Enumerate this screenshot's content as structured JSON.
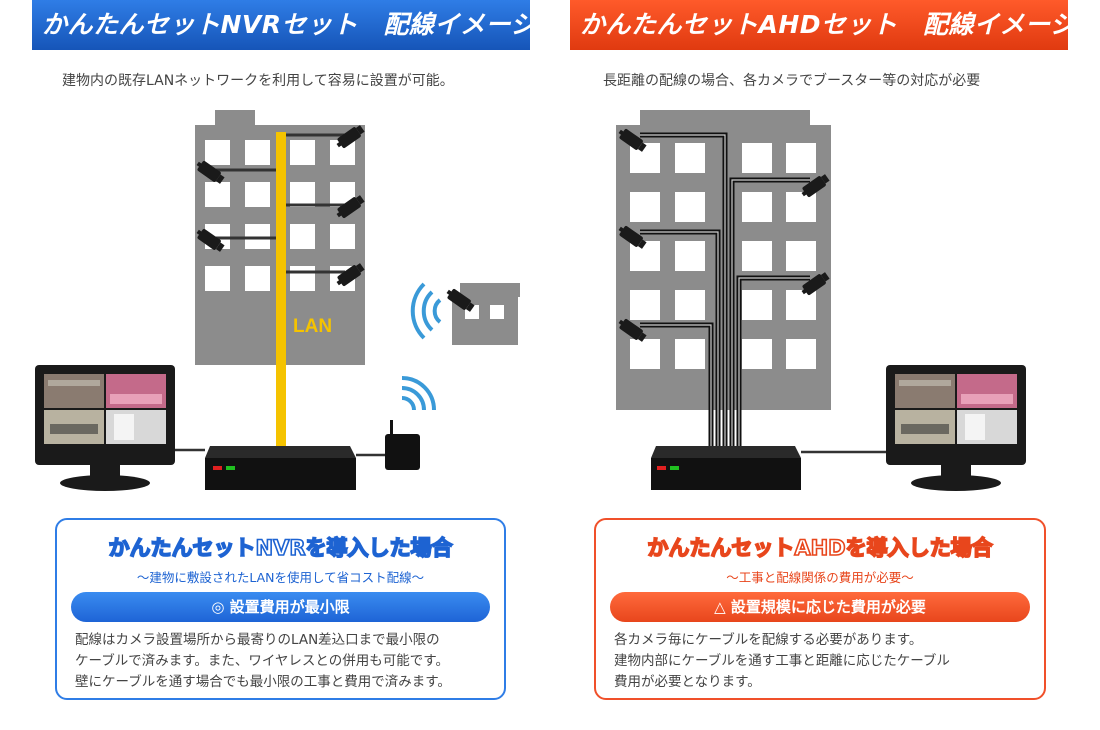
{
  "left": {
    "banner": "かんたんセットNVRセット　配線イメージ",
    "subtitle": "建物内の既存LANネットワークを利用して容易に設置が可能。",
    "lan_label": "LAN",
    "box": {
      "title": "かんたんセットNVRを導入した場合",
      "tagline": "～建物に敷設されたLANを使用して省コスト配線～",
      "pill": "◎ 設置費用が最小限",
      "desc": [
        "配線はカメラ設置場所から最寄りのLAN差込口まで最小限の",
        "ケーブルで済みます。また、ワイヤレスとの併用も可能です。",
        "壁にケーブルを通す場合でも最小限の工事と費用で済みます。"
      ]
    }
  },
  "right": {
    "banner": "かんたんセットAHDセット　配線イメージ",
    "subtitle": "長距離の配線の場合、各カメラでブースター等の対応が必要",
    "box": {
      "title": "かんたんセットAHDを導入した場合",
      "tagline": "～工事と配線関係の費用が必要～",
      "pill": "△ 設置規模に応じた費用が必要",
      "desc": [
        "各カメラ毎にケーブルを配線する必要があります。",
        "建物内部にケーブルを通す工事と距離に応じたケーブル",
        "費用が必要となります。"
      ]
    }
  },
  "colors": {
    "nvr_blue": "#2f7de6",
    "ahd_orange": "#f0502a",
    "lan_yellow": "#f5c300",
    "building_gray": "#8c8c8c",
    "window_white": "#ffffff",
    "wifi_blue": "#3a9ad8"
  },
  "icons": [
    "camera-icon",
    "wifi-icon",
    "monitor-icon",
    "recorder-icon",
    "router-icon",
    "building-icon",
    "house-icon"
  ]
}
